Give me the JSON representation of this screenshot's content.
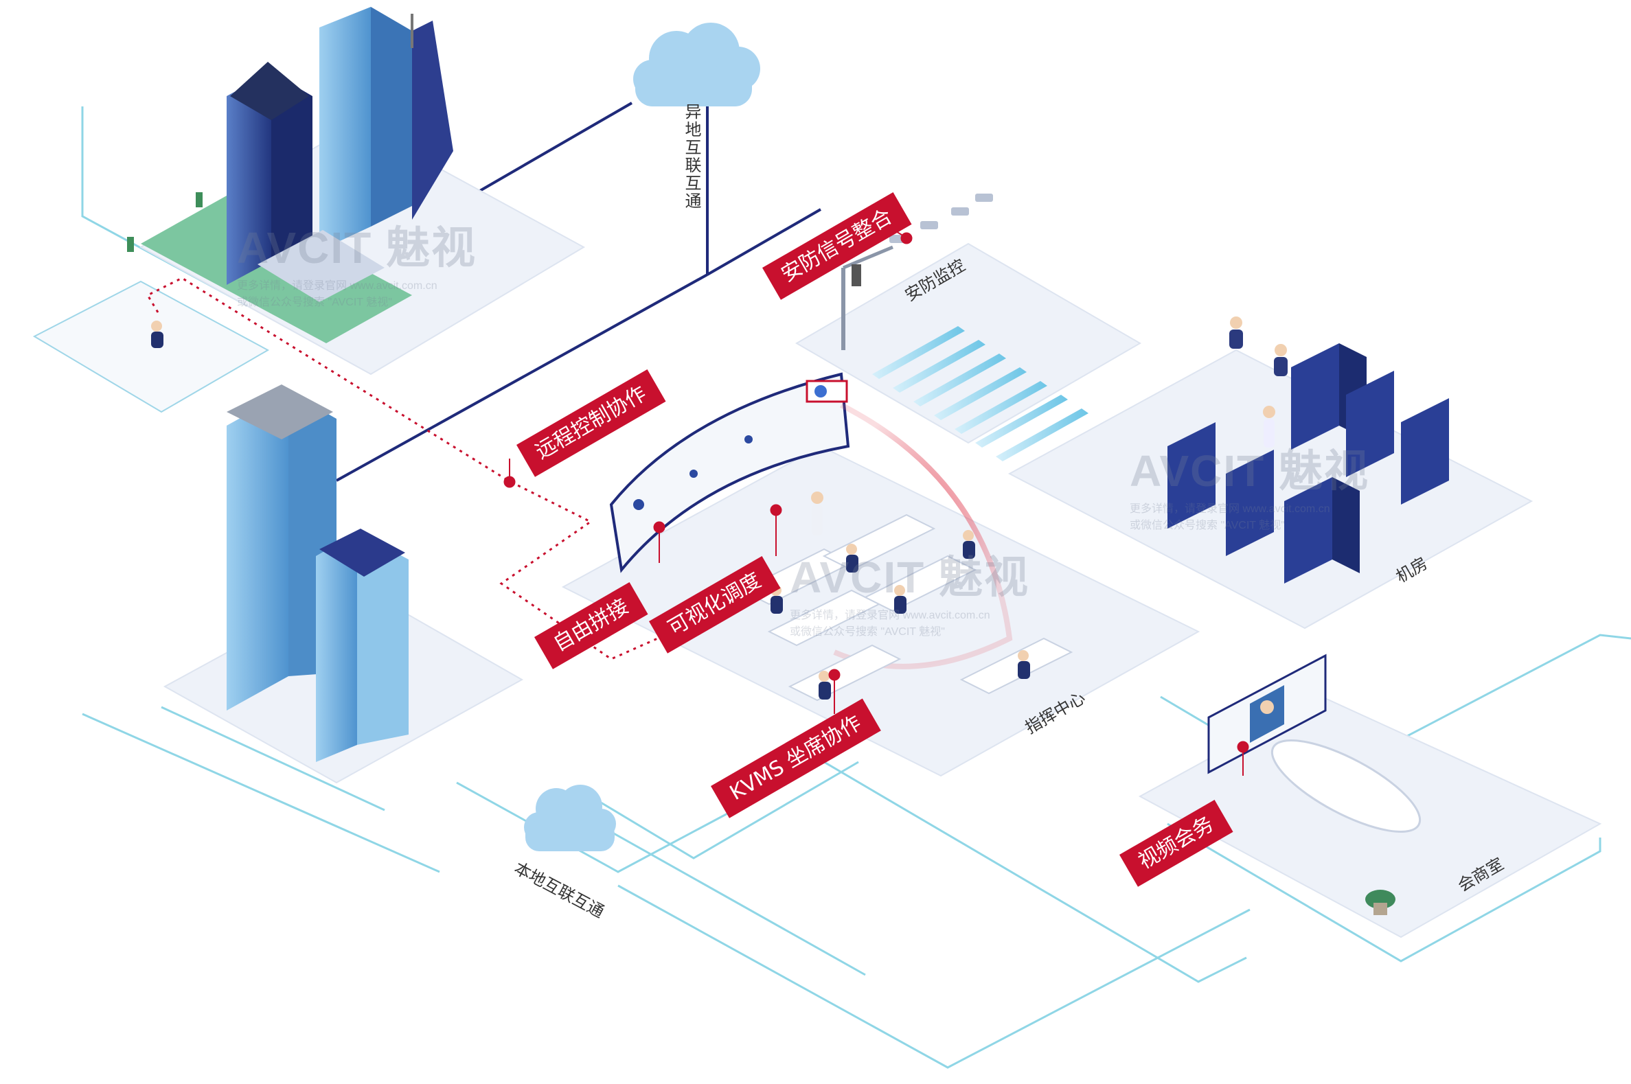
{
  "labels": {
    "remote_link": "异地互联互通",
    "local_link": "本地互联互通",
    "security_integration": "安防信号整合",
    "security_monitoring": "安防监控",
    "remote_control": "远程控制协作",
    "server_room": "机房",
    "free_splicing": "自由拼接",
    "visual_dispatch": "可视化调度",
    "command_center": "指挥中心",
    "kvms_seat": "KVMS 坐席协作",
    "video_conference": "视频会务",
    "meeting_room": "会商室"
  },
  "watermark": {
    "logo_text": "AVCIT 魅视",
    "line1": "更多详情，请登录官网 www.avcit.com.cn",
    "line2": "或微信公众号搜索 \"AVCIT 魅视\""
  },
  "colors": {
    "tag_red": "#c8102e",
    "backbone_navy": "#1f2a7a",
    "local_link_cyan": "#7fd0e2",
    "platform_fill": "#eef2f9",
    "cloud_blue": "#a9d4f0",
    "building_blue": "#7ab7e0",
    "rack_blue": "#2a3f96"
  },
  "icons": [
    "cloud-icon",
    "building-icon",
    "traffic-light-icon",
    "camera-icon",
    "server-rack-icon",
    "operator-icon",
    "video-wall-icon",
    "plant-icon"
  ]
}
